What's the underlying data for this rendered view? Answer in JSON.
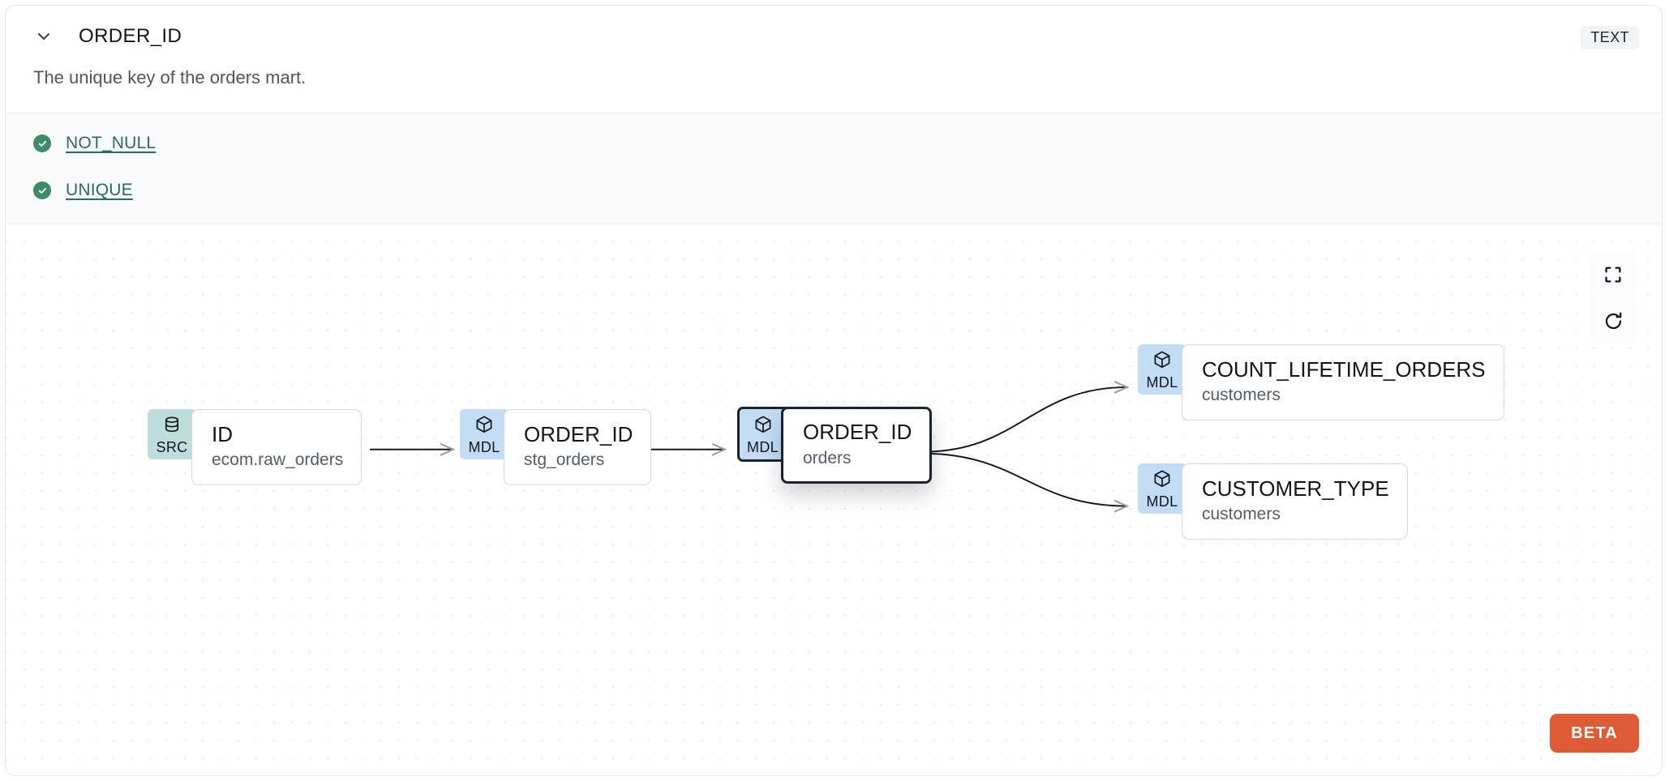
{
  "header": {
    "collapse_icon": "chevron-down-icon",
    "column_name": "ORDER_ID",
    "data_type": "TEXT"
  },
  "description": "The unique key of the orders mart.",
  "tests": [
    {
      "status_icon": "check-circle-icon",
      "label": "NOT_NULL"
    },
    {
      "status_icon": "check-circle-icon",
      "label": "UNIQUE"
    }
  ],
  "lineage": {
    "nodes": [
      {
        "id": "src-id",
        "kind": "SRC",
        "kind_icon": "database-icon",
        "name": "ID",
        "source": "ecom.raw_orders",
        "selected": false
      },
      {
        "id": "mdl-stg-order-id",
        "kind": "MDL",
        "kind_icon": "cube-icon",
        "name": "ORDER_ID",
        "source": "stg_orders",
        "selected": false
      },
      {
        "id": "mdl-orders-order-id",
        "kind": "MDL",
        "kind_icon": "cube-icon",
        "name": "ORDER_ID",
        "source": "orders",
        "selected": true
      },
      {
        "id": "mdl-count-lifetime-orders",
        "kind": "MDL",
        "kind_icon": "cube-icon",
        "name": "COUNT_LIFETIME_ORDERS",
        "source": "customers",
        "selected": false
      },
      {
        "id": "mdl-customer-type",
        "kind": "MDL",
        "kind_icon": "cube-icon",
        "name": "CUSTOMER_TYPE",
        "source": "customers",
        "selected": false
      }
    ],
    "edges": [
      {
        "from": "src-id",
        "to": "mdl-stg-order-id"
      },
      {
        "from": "mdl-stg-order-id",
        "to": "mdl-orders-order-id"
      },
      {
        "from": "mdl-orders-order-id",
        "to": "mdl-count-lifetime-orders"
      },
      {
        "from": "mdl-orders-order-id",
        "to": "mdl-customer-type"
      }
    ],
    "controls": [
      {
        "name": "fit-view-button",
        "icon": "fullscreen-icon"
      },
      {
        "name": "refresh-button",
        "icon": "refresh-icon"
      }
    ],
    "beta_label": "BETA"
  },
  "colors": {
    "src_badge": "#bedede",
    "mdl_badge": "#c3dcf5",
    "test_link": "#2b6b64",
    "test_check": "#3d8b68",
    "beta": "#e05c37",
    "selected_border": "#1b2230"
  }
}
